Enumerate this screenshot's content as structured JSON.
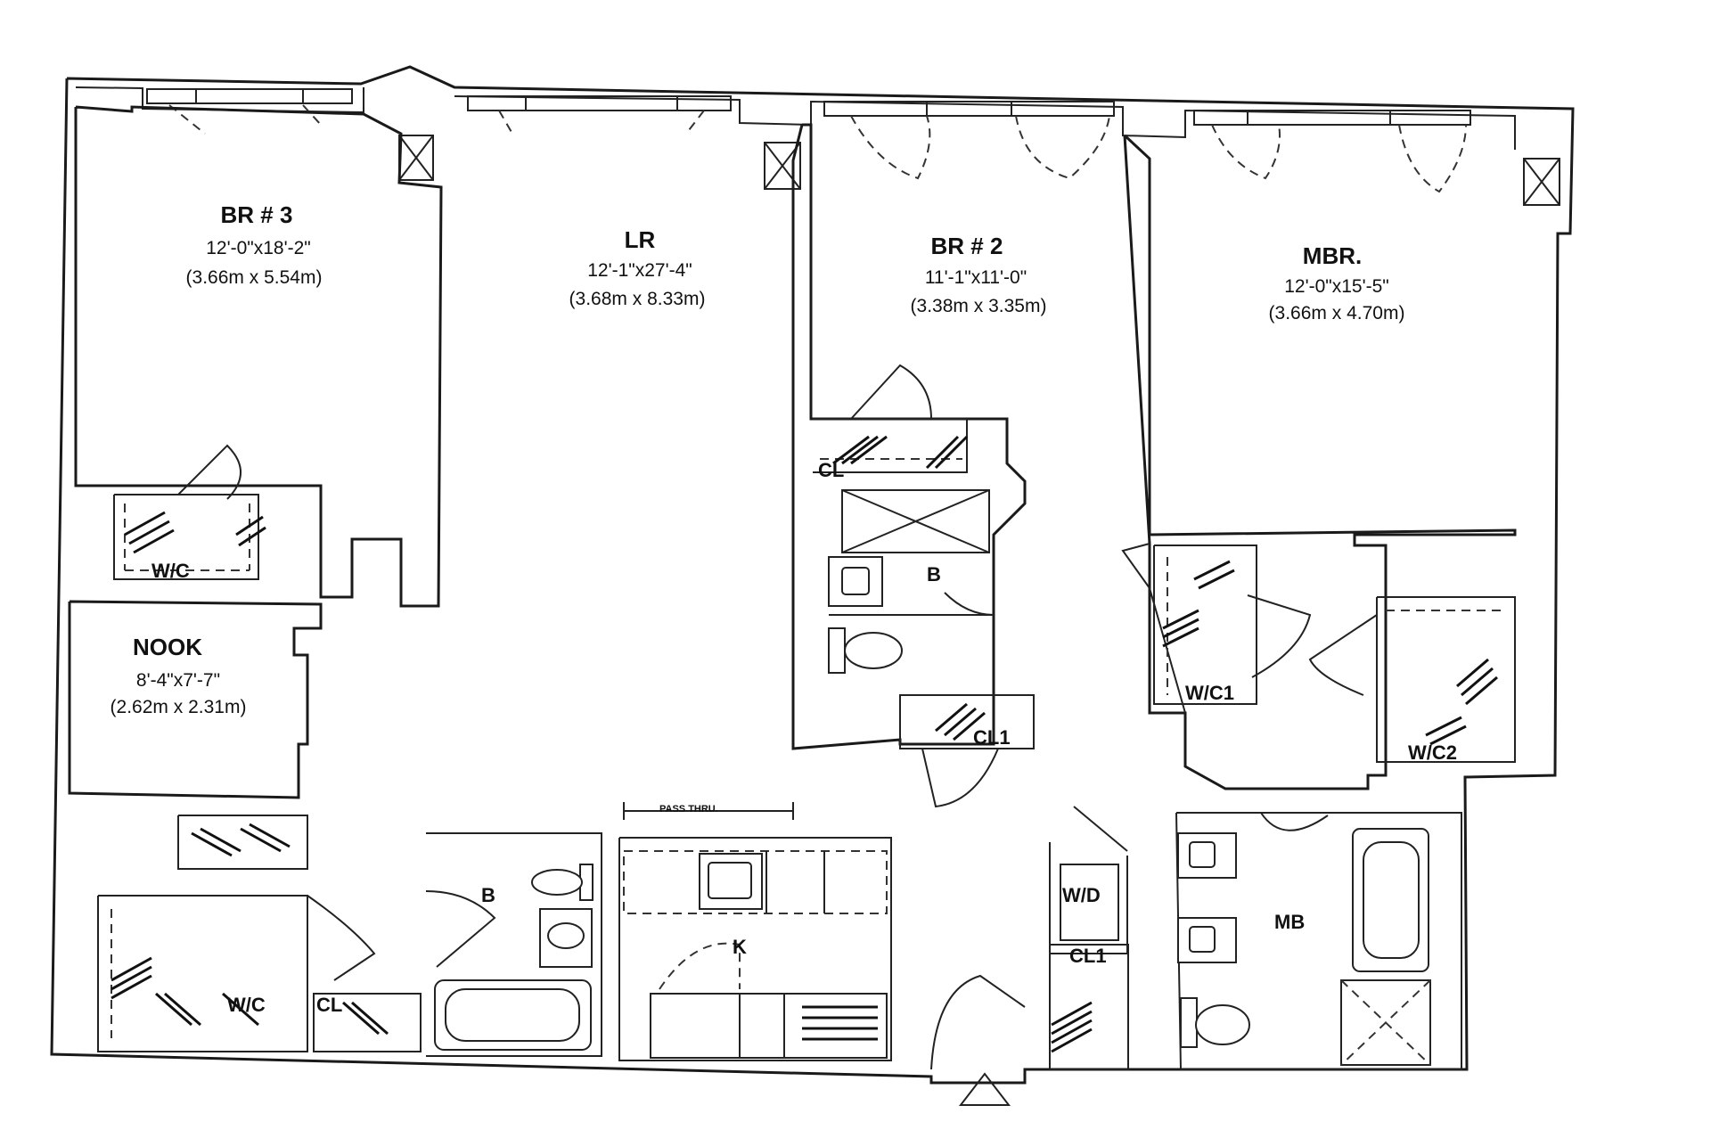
{
  "rooms": {
    "br3": {
      "name": "BR # 3",
      "dim_imperial": "12'-0\"x18'-2\"",
      "dim_metric": "(3.66m x 5.54m)"
    },
    "lr": {
      "name": "LR",
      "dim_imperial": "12'-1\"x27'-4\"",
      "dim_metric": "(3.68m x 8.33m)"
    },
    "br2": {
      "name": "BR # 2",
      "dim_imperial": "11'-1\"x11'-0\"",
      "dim_metric": "(3.38m x 3.35m)"
    },
    "mbr": {
      "name": "MBR.",
      "dim_imperial": "12'-0\"x15'-5\"",
      "dim_metric": "(3.66m x 4.70m)"
    },
    "nook": {
      "name": "NOOK",
      "dim_imperial": "8'-4\"x7'-7\"",
      "dim_metric": "(2.62m x 2.31m)"
    }
  },
  "labels": {
    "wic_br3": "W/C",
    "cl_br2": "CL",
    "bath_br2": "B",
    "cl1_hall": "CL1",
    "wic1": "W/C1",
    "wic2": "W/C2",
    "wd": "W/D",
    "mb": "MB",
    "cl1_entry": "CL1",
    "bath_hall": "B",
    "kitchen": "K",
    "pass_thru": "PASS THRU.",
    "wic_bl": "W/C",
    "cl_bl": "CL"
  }
}
